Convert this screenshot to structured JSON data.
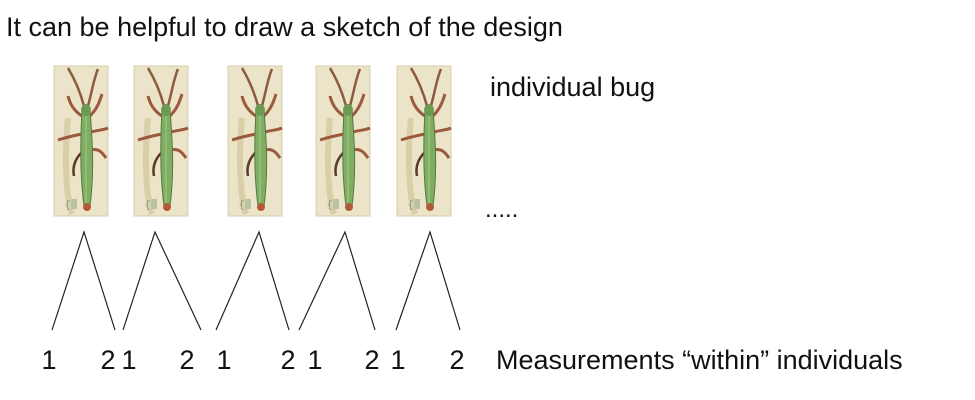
{
  "heading": "It can be helpful to draw a sketch of the design",
  "individual_label": "individual bug",
  "continuation": ".....",
  "measurement_label": "Measurements “within” individuals",
  "bugs": [
    {
      "left_label": "1",
      "right_label": "2",
      "icon": "stick-insect-photo"
    },
    {
      "left_label": "1",
      "right_label": "2",
      "icon": "stick-insect-photo"
    },
    {
      "left_label": "1",
      "right_label": "2",
      "icon": "stick-insect-photo"
    },
    {
      "left_label": "1",
      "right_label": "2",
      "icon": "stick-insect-photo"
    },
    {
      "left_label": "1",
      "right_label": "2",
      "icon": "stick-insect-photo"
    }
  ],
  "colors": {
    "photo_background": "#e9e2c6",
    "bug_body": "#7fae62",
    "bug_legs": "#9b5a3c",
    "lines": "#222222"
  }
}
